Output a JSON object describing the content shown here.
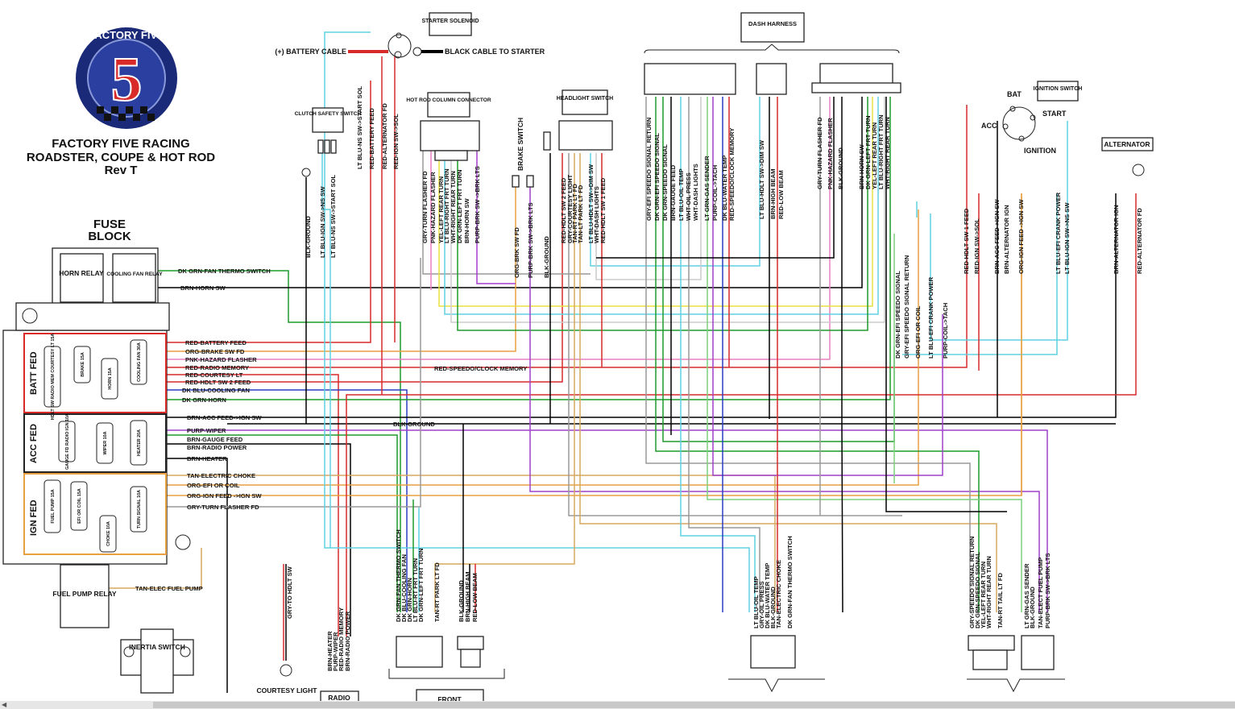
{
  "title": {
    "line1": "FACTORY FIVE RACING",
    "line2": "ROADSTER, COUPE & HOT ROD",
    "line3": "Rev T"
  },
  "logo": {
    "text": "FACTORY FIVE",
    "numeral": "5"
  },
  "fuse_block": {
    "title1": "FUSE",
    "title2": "BLOCK",
    "relays": [
      "HORN RELAY",
      "COOLING FAN RELAY"
    ],
    "sections": [
      {
        "label": "BATT FED",
        "color": "#d92a2a",
        "fuses": [
          "HDLT SW RADIO MEM COURTESY LT 15A",
          "BRAKE 15A",
          "HORN 15A",
          "COOLING FAN 30A"
        ]
      },
      {
        "label": "ACC FED",
        "color": "#222222",
        "fuses": [
          "GAUGE FD RADIO IGN 10A",
          "WIPER 10A",
          "HEATER 20A"
        ]
      },
      {
        "label": "IGN FED",
        "color": "#e8a040",
        "fuses": [
          "FUEL PUMP 15A",
          "EFI OR COIL 15A",
          "CHOKE 10A",
          "TURN SIGNAL 10A"
        ]
      }
    ],
    "fuel_pump_relay": "FUEL PUMP RELAY",
    "inertia_switch": "INERTIA SWITCH"
  },
  "components": {
    "starter_solenoid": "STARTER SOLENOID",
    "battery_cable": "(+) BATTERY CABLE",
    "black_cable": "BLACK CABLE TO STARTER",
    "clutch_switch": "CLUTCH SAFETY SWITCH",
    "hot_rod_connector": "HOT ROD COLUMN CONNECTOR",
    "brake_switch": "BRAKE SWITCH",
    "headlight_switch": "HEADLIGHT SWITCH",
    "dash_harness": "DASH HARNESS",
    "ignition_switch": "IGNITION SWITCH",
    "ign_bat": "BAT",
    "ign_acc": "ACC",
    "ign_start": "START",
    "ign_ignition": "IGNITION",
    "alternator": "ALTERNATOR",
    "courtesy_light": "COURTESY LIGHT",
    "radio": "RADIO",
    "front": "FRONT"
  },
  "left_wires": [
    "DK GRN-FAN THERMO SWITCH",
    "BRN-HORN SW",
    "RED-BATTERY FEED",
    "ORG-BRAKE SW FD",
    "PNK-HAZARD FLASHER",
    "RED-RADIO MEMORY",
    "RED-COURTESY LT",
    "RED-HDLT SW 2 FEED",
    "DK BLU-COOLING FAN",
    "DK GRN-HORN",
    "BRN-ACC FEED->IGN SW",
    "PURP-WIPER",
    "BRN-GAUGE FEED",
    "BRN-RADIO POWER",
    "BRN-HEATER",
    "TAN-ELECTRIC CHOKE",
    "ORG-EFI OR COIL",
    "ORG-IGN FEED ->IGN SW",
    "GRY-TURN FLASHER FD",
    "TAN-ELEC FUEL PUMP"
  ],
  "mid_labels": {
    "speedo_mem": "RED-SPEEDO/CLOCK MEMORY",
    "blk_ground": "BLK-GROUND"
  },
  "solenoid_wires": [
    "LT BLU-NS SW->START SOL",
    "RED-BATTERY FEED",
    "RED-ALTERNATOR FD",
    "RED-IGN SW->SOL"
  ],
  "clutch_wires": [
    "BLK-GROUND",
    "LT BLU-IGN SW->NS SW",
    "LT BLU-NS SW->START SOL"
  ],
  "column_wires": [
    "GRY-TURN FLASHER FD",
    "PNK-HAZARD FLASHER",
    "YEL-LEFT REAR TURN",
    "LT BLU-RIGHT FRT TURN",
    "WHT-RIGHT REAR TURN",
    "DK GRN-LEFT FRT TURN",
    "BRN-HORN SW",
    "PURP-BRK SW ->BRK LTS"
  ],
  "brake_wires": [
    "ORG-BRK SW FD",
    "PURP-BRK SW->BRK LTS",
    "BLK-GROUND"
  ],
  "headlight_wires": [
    "RED-HDLT SW 2 FEED",
    "GRY-COURTESY LIGHT",
    "TAN-RT PARK LT FD",
    "TAN-LT PARK LT FD",
    "LT BLU-HDLT SW->DIM SW",
    "WHT-DASH LIGHTS",
    "RED-HDLT SW 1 FEED"
  ],
  "dash_a_wires": [
    "GRY-EFI SPEEDO SIGNAL RETURN",
    "DK GRN-EFI SPEEDO SIGNAL",
    "DK GRN-SPEEDO SIGNAL",
    "BRN-GAUGE FEED",
    "LT BLU-OIL TEMP",
    "WHT-OIL PRESS",
    "WHT-DASH LIGHTS",
    "LT GRN-GAS SENDER",
    "PURP-COIL->TACH",
    "DK BLU-WATER TEMP",
    "RED-SPEEDO/CLOCK MEMORY"
  ],
  "dash_b_wires": [
    "LT BLU-HDLT SW->DIM SW",
    "BRN-HIGH BEAM",
    "RED-LOW BEAM"
  ],
  "dash_c_wires": [
    "GRY-TURN FLASHER FD",
    "PNK-HAZARD FLASHER",
    "BLK-GROUND",
    "BRN-HORN SW",
    "DK GRN-LEFT FRT TURN",
    "YEL-LEFT REAR TURN",
    "LT BLU-RIGHT FRT TURN",
    "WHT-RIGHT REAR TURN"
  ],
  "efi_wires": [
    "DK GRN-EFI SPEEDO SIGNAL",
    "GRY-EFI SPEEDO SIGNAL RETURN",
    "ORG-EFI OR COIL",
    "LT BLU-EFI CRANK POWER",
    "PURP-COIL->TACH"
  ],
  "ign_wires": [
    "RED-HDLT SW 1 FEED",
    "RED-IGN SW->SOL",
    "BRN-ACC FEED->IGN SW",
    "BRN-ALTERNATOR IGN",
    "ORG-IGN FEED ->IGN SW",
    "LT BLU-EFI CRANK POWER",
    "LT BLU-IGN SW->NS SW"
  ],
  "alt_wires": [
    "BRN-ALTERNATOR IGN",
    "RED-ALTERNATOR FD"
  ],
  "bottom_groups": {
    "hdlt": [
      "GRY-TO HDLT SW"
    ],
    "radio": [
      "BRN-HEATER",
      "PURP-WIPER",
      "RED-RADIO MEMORY",
      "BRN-RADIO POWER"
    ],
    "front_a": [
      "DK GRN-FAN THERMO SWITCH",
      "DK BLU-COOLING FAN",
      "DK GRN-HORN",
      "LT BLU-RT FRT TURN",
      "DK GRN-LEFT FRT TURN",
      "TAN-RT PARK LT FD"
    ],
    "front_b": [
      "BLK-GROUND",
      "BRN-HIGH BEAM",
      "RED-LOW BEAM"
    ],
    "dash_bottom": [
      "LT BLU-OIL TEMP",
      "GRY-OIL PRESS",
      "DK BLU-WATER TEMP",
      "BLK-GROUND",
      "TAN-ELECTRIC CHOKE",
      "DK GRN-FAN THERMO SWITCH"
    ],
    "rear_a": [
      "GRY-SPEEDO SIGNAL RETURN",
      "DK GRN-SPEEDO SIGNAL",
      "YEL-LEFT REAR TURN",
      "WHT-RIGHT REAR TURN",
      "TAN-RT TAIL LT FD"
    ],
    "rear_b": [
      "LT GRN-GAS SENDER",
      "BLK-GROUND",
      "TAN-ELECT FUEL PUMP",
      "PURP-BRK SW->BRK LTS"
    ]
  },
  "colors": {
    "red": "#d92a2a",
    "blue": "#2a3fc0",
    "lt_blue": "#5fd0e0",
    "dk_green": "#1f9a2a",
    "lt_green": "#7ed07e",
    "purple": "#a040c8",
    "orange": "#e8a040",
    "pink": "#e880c0",
    "yellow": "#e8e040",
    "gray": "#999999",
    "tan": "#d6a860",
    "brown": "#222222",
    "black": "#000000",
    "white": "#cccccc"
  }
}
